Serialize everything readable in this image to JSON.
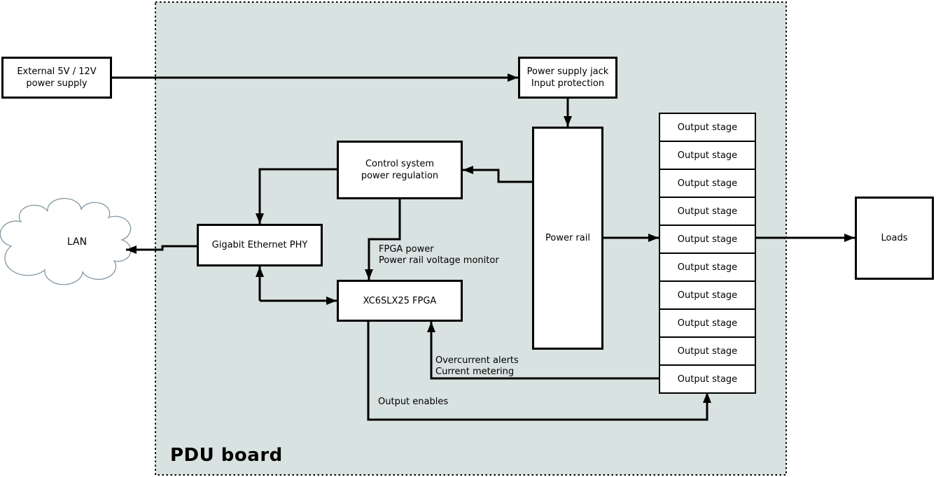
{
  "diagram": {
    "title": "PDU board",
    "external_supply": {
      "line1": "External 5V / 12V",
      "line2": "power supply"
    },
    "lan": "LAN",
    "jack": {
      "line1": "Power supply jack",
      "line2": "Input protection"
    },
    "control": {
      "line1": "Control system",
      "line2": "power regulation"
    },
    "phy": "Gigabit Ethernet PHY",
    "fpga": "XC6SLX25 FPGA",
    "power_rail": "Power rail",
    "loads": "Loads",
    "output_stages": [
      "Output stage",
      "Output stage",
      "Output stage",
      "Output stage",
      "Output stage",
      "Output stage",
      "Output stage",
      "Output stage",
      "Output stage",
      "Output stage"
    ],
    "annotations": {
      "fpga_power_line1": "FPGA power",
      "fpga_power_line2": "Power rail voltage monitor",
      "overcurrent_line1": "Overcurrent alerts",
      "overcurrent_line2": "Current metering",
      "output_enables": "Output enables"
    },
    "colors": {
      "board_fill": "#d8e2e1",
      "line": "#000000",
      "cloud_stroke": "#8498a2"
    }
  }
}
